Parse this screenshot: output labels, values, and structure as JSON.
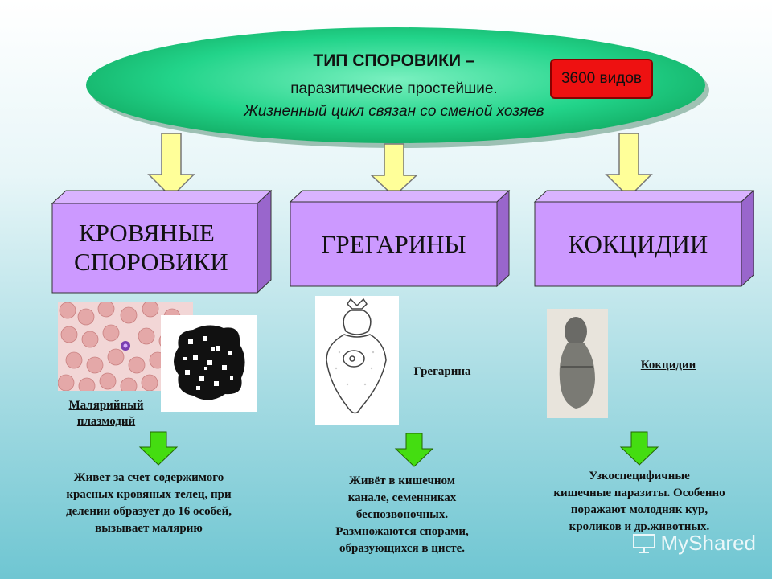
{
  "header": {
    "title": "ТИП СПОРОВИКИ –",
    "subtitle": "паразитические простейшие.",
    "subtitle_italic": "Жизненный цикл связан со сменой хозяев",
    "badge": "3600 видов"
  },
  "groups": [
    {
      "label_line1": "КРОВЯНЫЕ",
      "label_line2": "СПОРОВИКИ",
      "caption_line1": "Малярийный",
      "caption_line2": "плазмодий",
      "description": [
        "Живет за счет содержимого",
        "красных кровяных телец, при",
        "делении образует до 16 особей,",
        "вызывает малярию"
      ]
    },
    {
      "label": "ГРЕГАРИНЫ",
      "caption": "Грегарина",
      "description": [
        "Живёт в кишечном",
        "канале, семенниках",
        "беспозвоночных.",
        "Размножаются спорами,",
        "образующихся в цисте."
      ]
    },
    {
      "label": "КОКЦИДИИ",
      "caption": "Кокцидии",
      "description": [
        "Узкоспецифичные",
        "кишечные паразиты. Особенно",
        "поражают молодняк кур,",
        "кроликов и др.животных."
      ]
    }
  ],
  "colors": {
    "box_face": "#cc99ff",
    "box_side": "#9966cc",
    "ellipse": "#22d48a",
    "arrow_yellow": "#ffff99",
    "arrow_green": "#33cc00",
    "badge": "#ee1111"
  },
  "watermark": "MyShared"
}
